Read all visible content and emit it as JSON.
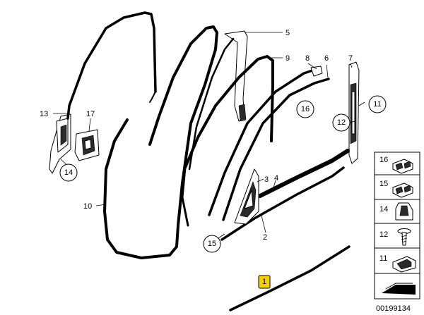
{
  "diagram_code": "00199134",
  "highlight_color": "#f5d000",
  "callouts": {
    "c1": "1",
    "c2": "2",
    "c3": "3",
    "c4": "4",
    "c5": "5",
    "c6": "6",
    "c7": "7",
    "c8": "8",
    "c9": "9",
    "c10": "10",
    "c11": "11",
    "c12": "12",
    "c13": "13",
    "c14": "14",
    "c15": "15",
    "c16": "16",
    "c17": "17"
  },
  "side_panel": {
    "items": [
      {
        "label": "16",
        "icon": "clip-double-icon"
      },
      {
        "label": "15",
        "icon": "clip-double-icon"
      },
      {
        "label": "14",
        "icon": "bracket-clip-icon"
      },
      {
        "label": "12",
        "icon": "screw-icon"
      },
      {
        "label": "11",
        "icon": "nut-clip-icon"
      },
      {
        "label": "",
        "icon": "wedge-icon"
      }
    ]
  }
}
